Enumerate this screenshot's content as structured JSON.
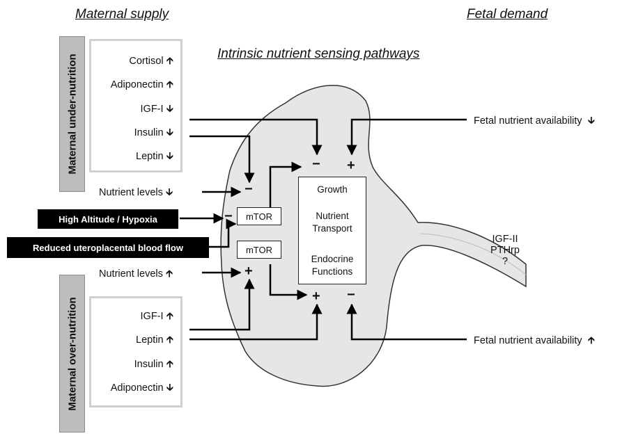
{
  "headers": {
    "maternal_supply": "Maternal supply",
    "fetal_demand": "Fetal demand",
    "intrinsic": "Intrinsic nutrient sensing pathways"
  },
  "under_nutrition": {
    "bar_label": "Maternal under-nutrition",
    "items": [
      "Cortisol",
      "Adiponectin",
      "IGF-I",
      "Insulin",
      "Leptin"
    ],
    "arrows": [
      "up",
      "up",
      "down",
      "down",
      "down"
    ]
  },
  "over_nutrition": {
    "bar_label": "Maternal over-nutrition",
    "items": [
      "IGF-I",
      "Leptin",
      "Insulin",
      "Adiponectin"
    ],
    "arrows": [
      "up",
      "up",
      "up",
      "down"
    ]
  },
  "nutrient_levels_top": "Nutrient levels",
  "nutrient_levels_bottom": "Nutrient levels",
  "high_altitude": "High Altitude / Hypoxia",
  "reduced_flow": "Reduced uteroplacental blood flow",
  "mtor_top": "mTOR",
  "mtor_bottom": "mTOR",
  "center_box": {
    "growth": "Growth",
    "nutrient": "Nutrient",
    "transport": "Transport",
    "endocrine": "Endocrine",
    "functions": "Functions"
  },
  "fetal_availability_top": "Fetal nutrient availability",
  "fetal_availability_bottom": "Fetal nutrient availability",
  "fetal_factors": {
    "igf2": "IGF-II",
    "pthrp": "PTHrp",
    "unknown": "?"
  },
  "signs": {
    "minus": "−",
    "plus": "+"
  },
  "colors": {
    "placenta_fill": "#e6e6e6",
    "bar_gray": "#bdbdbd",
    "box_border": "#cfcfcf",
    "dark": "#000000"
  }
}
